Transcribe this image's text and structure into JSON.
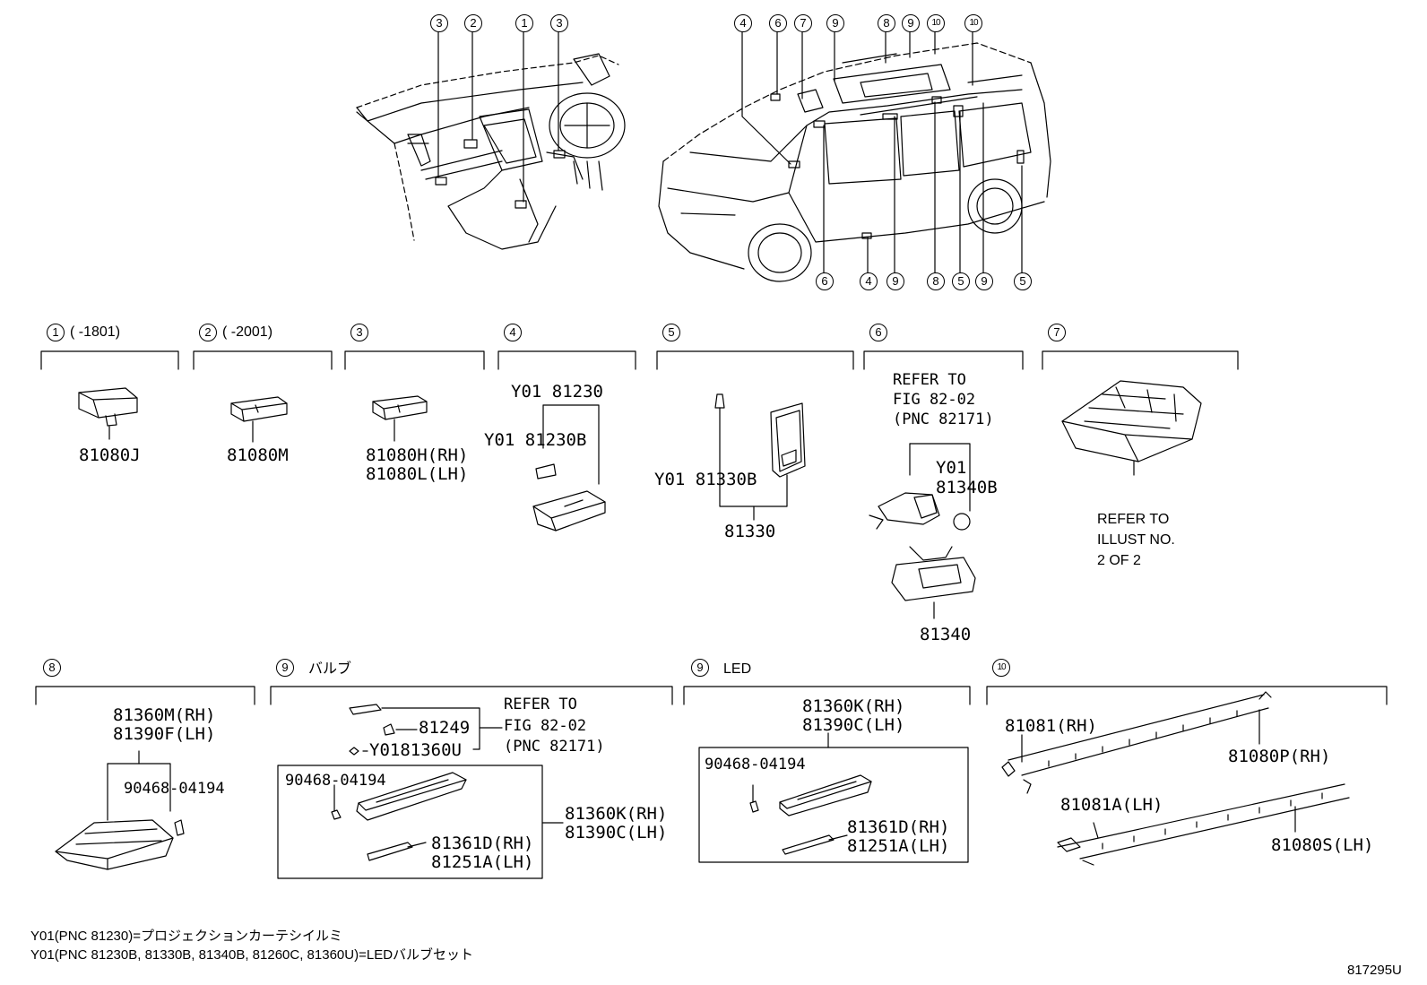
{
  "callouts_top_left": [
    "3",
    "2",
    "1",
    "3"
  ],
  "callouts_top_right_upper": [
    "4",
    "6",
    "7",
    "9",
    "8",
    "9",
    "10",
    "10"
  ],
  "callouts_top_right_lower": [
    "6",
    "4",
    "9",
    "8",
    "5",
    "9",
    "5"
  ],
  "sections": {
    "s1": {
      "num": "1",
      "range": "(    -1801)",
      "part": "81080J"
    },
    "s2": {
      "num": "2",
      "range": "(    -2001)",
      "part": "81080M"
    },
    "s3": {
      "num": "3",
      "part_rh": "81080H(RH)",
      "part_lh": "81080L(LH)"
    },
    "s4": {
      "num": "4",
      "top": "Y01 81230",
      "bulb": "Y01 81230B"
    },
    "s5": {
      "num": "5",
      "bulb": "Y01 81330B",
      "part": "81330"
    },
    "s6": {
      "num": "6",
      "refer1": "REFER TO",
      "refer2": "FIG 82-02",
      "refer3": "(PNC 82171)",
      "y01": "Y01",
      "bulb": "81340B",
      "part": "81340"
    },
    "s7": {
      "num": "7",
      "refer1": "REFER TO",
      "refer2": "ILLUST NO.",
      "refer3": "2 OF 2"
    },
    "s8": {
      "num": "8",
      "part_rh": "81360M(RH)",
      "part_lh": "81390F(LH)",
      "screw": "90468-04194"
    },
    "s9a": {
      "num": "9",
      "title": "バルブ",
      "p1": "81249",
      "p2": "Y0181360U",
      "refer1": "REFER TO",
      "refer2": "FIG 82-02",
      "refer3": "(PNC 82171)",
      "screw": "90468-04194",
      "rh": "81360K(RH)",
      "lh": "81390C(LH)",
      "sub_rh": "81361D(RH)",
      "sub_lh": "81251A(LH)"
    },
    "s9b": {
      "num": "9",
      "title": "LED",
      "rh": "81360K(RH)",
      "lh": "81390C(LH)",
      "screw": "90468-04194",
      "sub_rh": "81361D(RH)",
      "sub_lh": "81251A(LH)"
    },
    "s10": {
      "num": "10",
      "p1": "81081(RH)",
      "p2": "81080P(RH)",
      "p3": "81081A(LH)",
      "p4": "81080S(LH)"
    }
  },
  "notes": {
    "line1": "Y01(PNC 81230)=プロジェクションカーテシイルミ",
    "line2": "Y01(PNC 81230B, 81330B, 81340B, 81260C, 81360U)=LEDバルブセット"
  },
  "figure_code": "817295U"
}
